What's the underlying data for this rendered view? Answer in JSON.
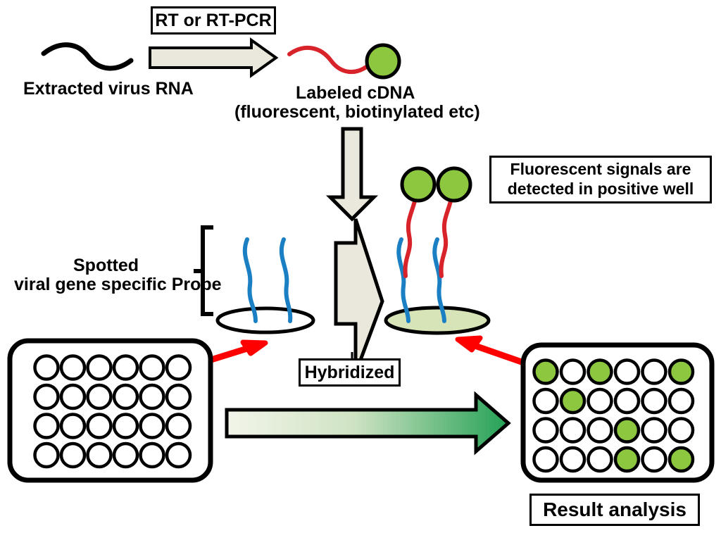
{
  "figure": {
    "title": "Virus microarray hybridization workflow",
    "type": "diagram"
  },
  "labels": {
    "rt_pcr": "RT or RT-PCR",
    "extracted_rna": "Extracted virus RNA",
    "labeled_cdna_line1": "Labeled cDNA",
    "labeled_cdna_line2": "(fluorescent, biotinylated etc)",
    "fluorescent_line1": "Fluorescent signals are",
    "fluorescent_line2": "detected in positive well",
    "spotted_probe_line1": "Spotted",
    "spotted_probe_line2": "viral gene specific Probe",
    "hybridized": "Hybridized",
    "result_analysis": "Result analysis"
  },
  "colors": {
    "rna_black": "#000000",
    "cdna_red": "#D8232A",
    "probe_blue": "#1B7FC4",
    "label_green": "#8DC63F",
    "spot_fill_green": "#D7E4B8",
    "arrow_beige": "#EAE8DC",
    "gradient_arrow_start": "#F2F5EA",
    "gradient_arrow_end": "#24A156",
    "red_arrow": "#FF0000",
    "outline": "#000000",
    "background": "#FFFFFF"
  },
  "elements": {
    "rna_squiggle": {
      "name": "extracted virus RNA strand",
      "color": "#000000"
    },
    "rt_arrow": {
      "name": "RT or RT-PCR conversion arrow",
      "direction": "right",
      "fill": "#EAE8DC"
    },
    "cdna_strand": {
      "name": "labeled cDNA strand with fluorescent tag",
      "strand_color": "#D8232A",
      "tag_color": "#8DC63F"
    },
    "down_arrow": {
      "name": "application arrow to spotted probe",
      "direction": "down",
      "fill": "#EAE8DC"
    },
    "hybridize_arrow": {
      "name": "hybridization arrow",
      "direction": "right",
      "fill": "#EAE8DC"
    },
    "result_arrow": {
      "name": "result analysis arrow",
      "direction": "right",
      "fill_gradient": [
        "#F2F5EA",
        "#24A156"
      ]
    },
    "probe_spot_empty": {
      "name": "spotted probe well before hybridization",
      "fill": "#FFFFFF",
      "probe_count": 2
    },
    "probe_spot_hybridized": {
      "name": "spotted probe well after hybridization",
      "fill": "#D7E4B8",
      "probe_count": 2
    },
    "left_red_arrow": {
      "name": "sample loading arrow",
      "color": "#FF0000"
    },
    "right_red_arrow": {
      "name": "signal readout arrow",
      "color": "#FF0000"
    }
  },
  "plates": {
    "negative": {
      "name": "blank microwell plate",
      "rows": 4,
      "cols": 6,
      "positive_wells": []
    },
    "positive": {
      "name": "result microwell plate",
      "rows": 4,
      "cols": 6,
      "positive_wells": [
        [
          1,
          1
        ],
        [
          1,
          3
        ],
        [
          1,
          6
        ],
        [
          2,
          2
        ],
        [
          3,
          4
        ],
        [
          4,
          4
        ],
        [
          4,
          6
        ]
      ],
      "positive_well_color": "#8DC63F",
      "negative_well_color": "#FFFFFF"
    }
  }
}
